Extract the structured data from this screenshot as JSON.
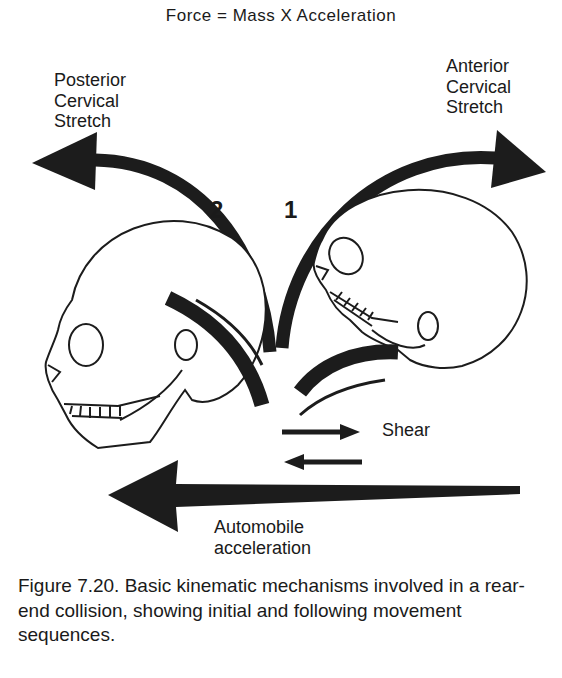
{
  "diagram": {
    "title": "Force = Mass X Acceleration",
    "caption": "Figure 7.20. Basic kinematic mechanisms involved in a rear-end collision, showing initial and following movement sequences.",
    "labels": [
      "Posterior Cervical Stretch",
      "Anterior Cervical Stretch",
      "2",
      "1",
      "Shear",
      "Automobile acceleration"
    ]
  }
}
